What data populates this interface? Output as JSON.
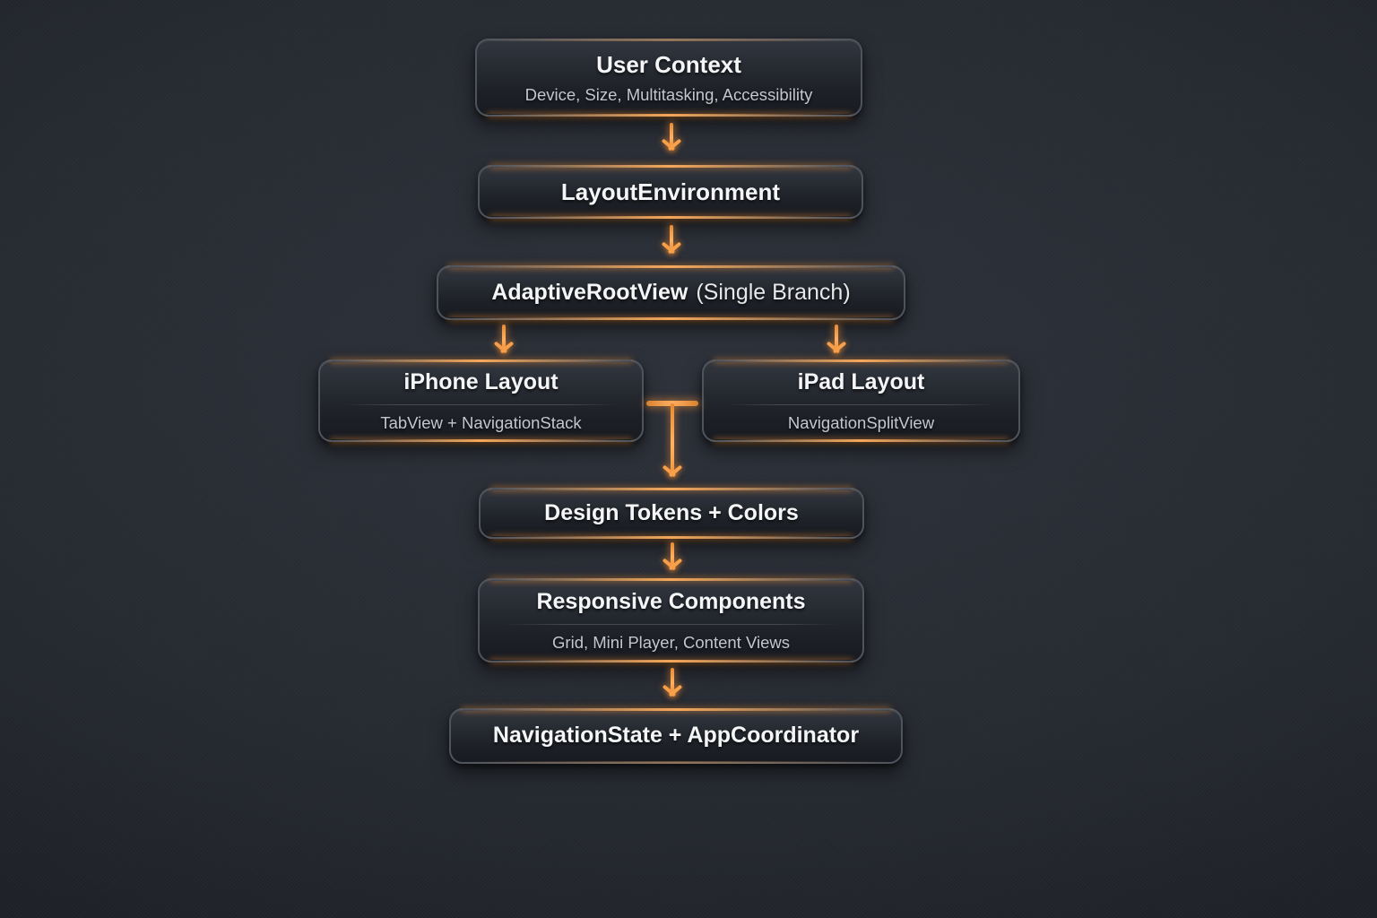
{
  "diagram": {
    "type": "flowchart",
    "accent_color": "#f79a3e",
    "background_color": "#262a31",
    "nodes": [
      {
        "id": "user-context",
        "title": "User Context",
        "subtitle": "Device, Size, Multitasking, Accessibility"
      },
      {
        "id": "layout-environment",
        "title": "LayoutEnvironment"
      },
      {
        "id": "adaptive-root-view",
        "title": "AdaptiveRootView",
        "title_suffix": "(Single Branch)"
      },
      {
        "id": "iphone-layout",
        "title": "iPhone Layout",
        "subtitle": "TabView + NavigationStack"
      },
      {
        "id": "ipad-layout",
        "title": "iPad Layout",
        "subtitle": "NavigationSplitView"
      },
      {
        "id": "design-tokens",
        "title": "Design Tokens + Colors"
      },
      {
        "id": "responsive-components",
        "title": "Responsive Components",
        "subtitle": "Grid, Mini Player, Content Views"
      },
      {
        "id": "navigation-state",
        "title": "NavigationState + AppCoordinator"
      }
    ],
    "edges": [
      {
        "from": "user-context",
        "to": "layout-environment"
      },
      {
        "from": "layout-environment",
        "to": "adaptive-root-view"
      },
      {
        "from": "adaptive-root-view",
        "to": "iphone-layout"
      },
      {
        "from": "adaptive-root-view",
        "to": "ipad-layout"
      },
      {
        "from": "iphone-layout",
        "to": "design-tokens"
      },
      {
        "from": "ipad-layout",
        "to": "design-tokens"
      },
      {
        "from": "design-tokens",
        "to": "responsive-components"
      },
      {
        "from": "responsive-components",
        "to": "navigation-state"
      }
    ]
  }
}
